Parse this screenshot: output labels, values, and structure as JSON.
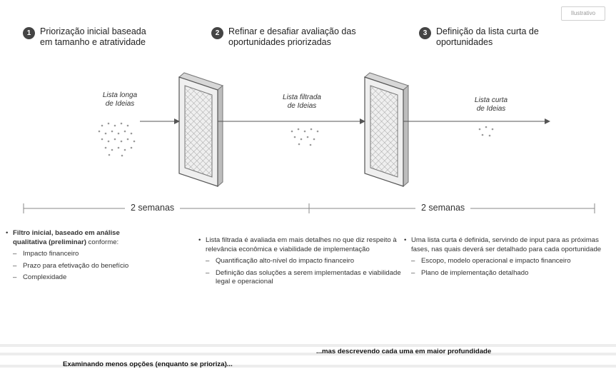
{
  "tag_label": "Ilustrativo",
  "steps": [
    {
      "number": "1",
      "title_line1": "Priorização inicial baseada",
      "title_line2": "em tamanho e atratividade"
    },
    {
      "number": "2",
      "title_line1": "Refinar e desafiar avaliação das",
      "title_line2": "oportunidades priorizadas"
    },
    {
      "number": "3",
      "title_line1": "Definição da lista curta de",
      "title_line2": "oportunidades"
    }
  ],
  "flow_labels": [
    {
      "line1": "Lista longa",
      "line2": "de Ideias"
    },
    {
      "line1": "Lista filtrada",
      "line2": "de Ideias"
    },
    {
      "line1": "Lista curta",
      "line2": "de Ideias"
    }
  ],
  "timeline": {
    "left_label": "2 semanas",
    "right_label": "2 semanas"
  },
  "columns": {
    "col1": {
      "main_prefix": "Filtro inicial, baseado em análise",
      "main_line2_bold": "qualitativa (preliminar)",
      "main_line2_rest": " conforme:",
      "subs": [
        "Impacto financeiro",
        "Prazo para efetivação do benefício",
        "Complexidade"
      ]
    },
    "col2": {
      "main": "Lista filtrada é avaliada em mais detalhes no que diz respeito à relevância econômica e viabilidade de implementação",
      "subs": [
        "Quantificação alto-nível do impacto financeiro",
        "Definição das soluções a serem implementadas e viabilidade legal e operacional"
      ]
    },
    "col3": {
      "main": "Uma lista curta é definida, servindo de input para as próximas fases, nas quais deverá ser detalhado para cada oportunidade",
      "subs": [
        "Escopo, modelo operacional e impacto financeiro",
        "Plano de implementação detalhado"
      ]
    }
  },
  "bottom": {
    "right_text": "...mas descrevendo cada uma em maior profundidade",
    "left_text": "Examinando menos opções (enquanto se prioriza)..."
  }
}
